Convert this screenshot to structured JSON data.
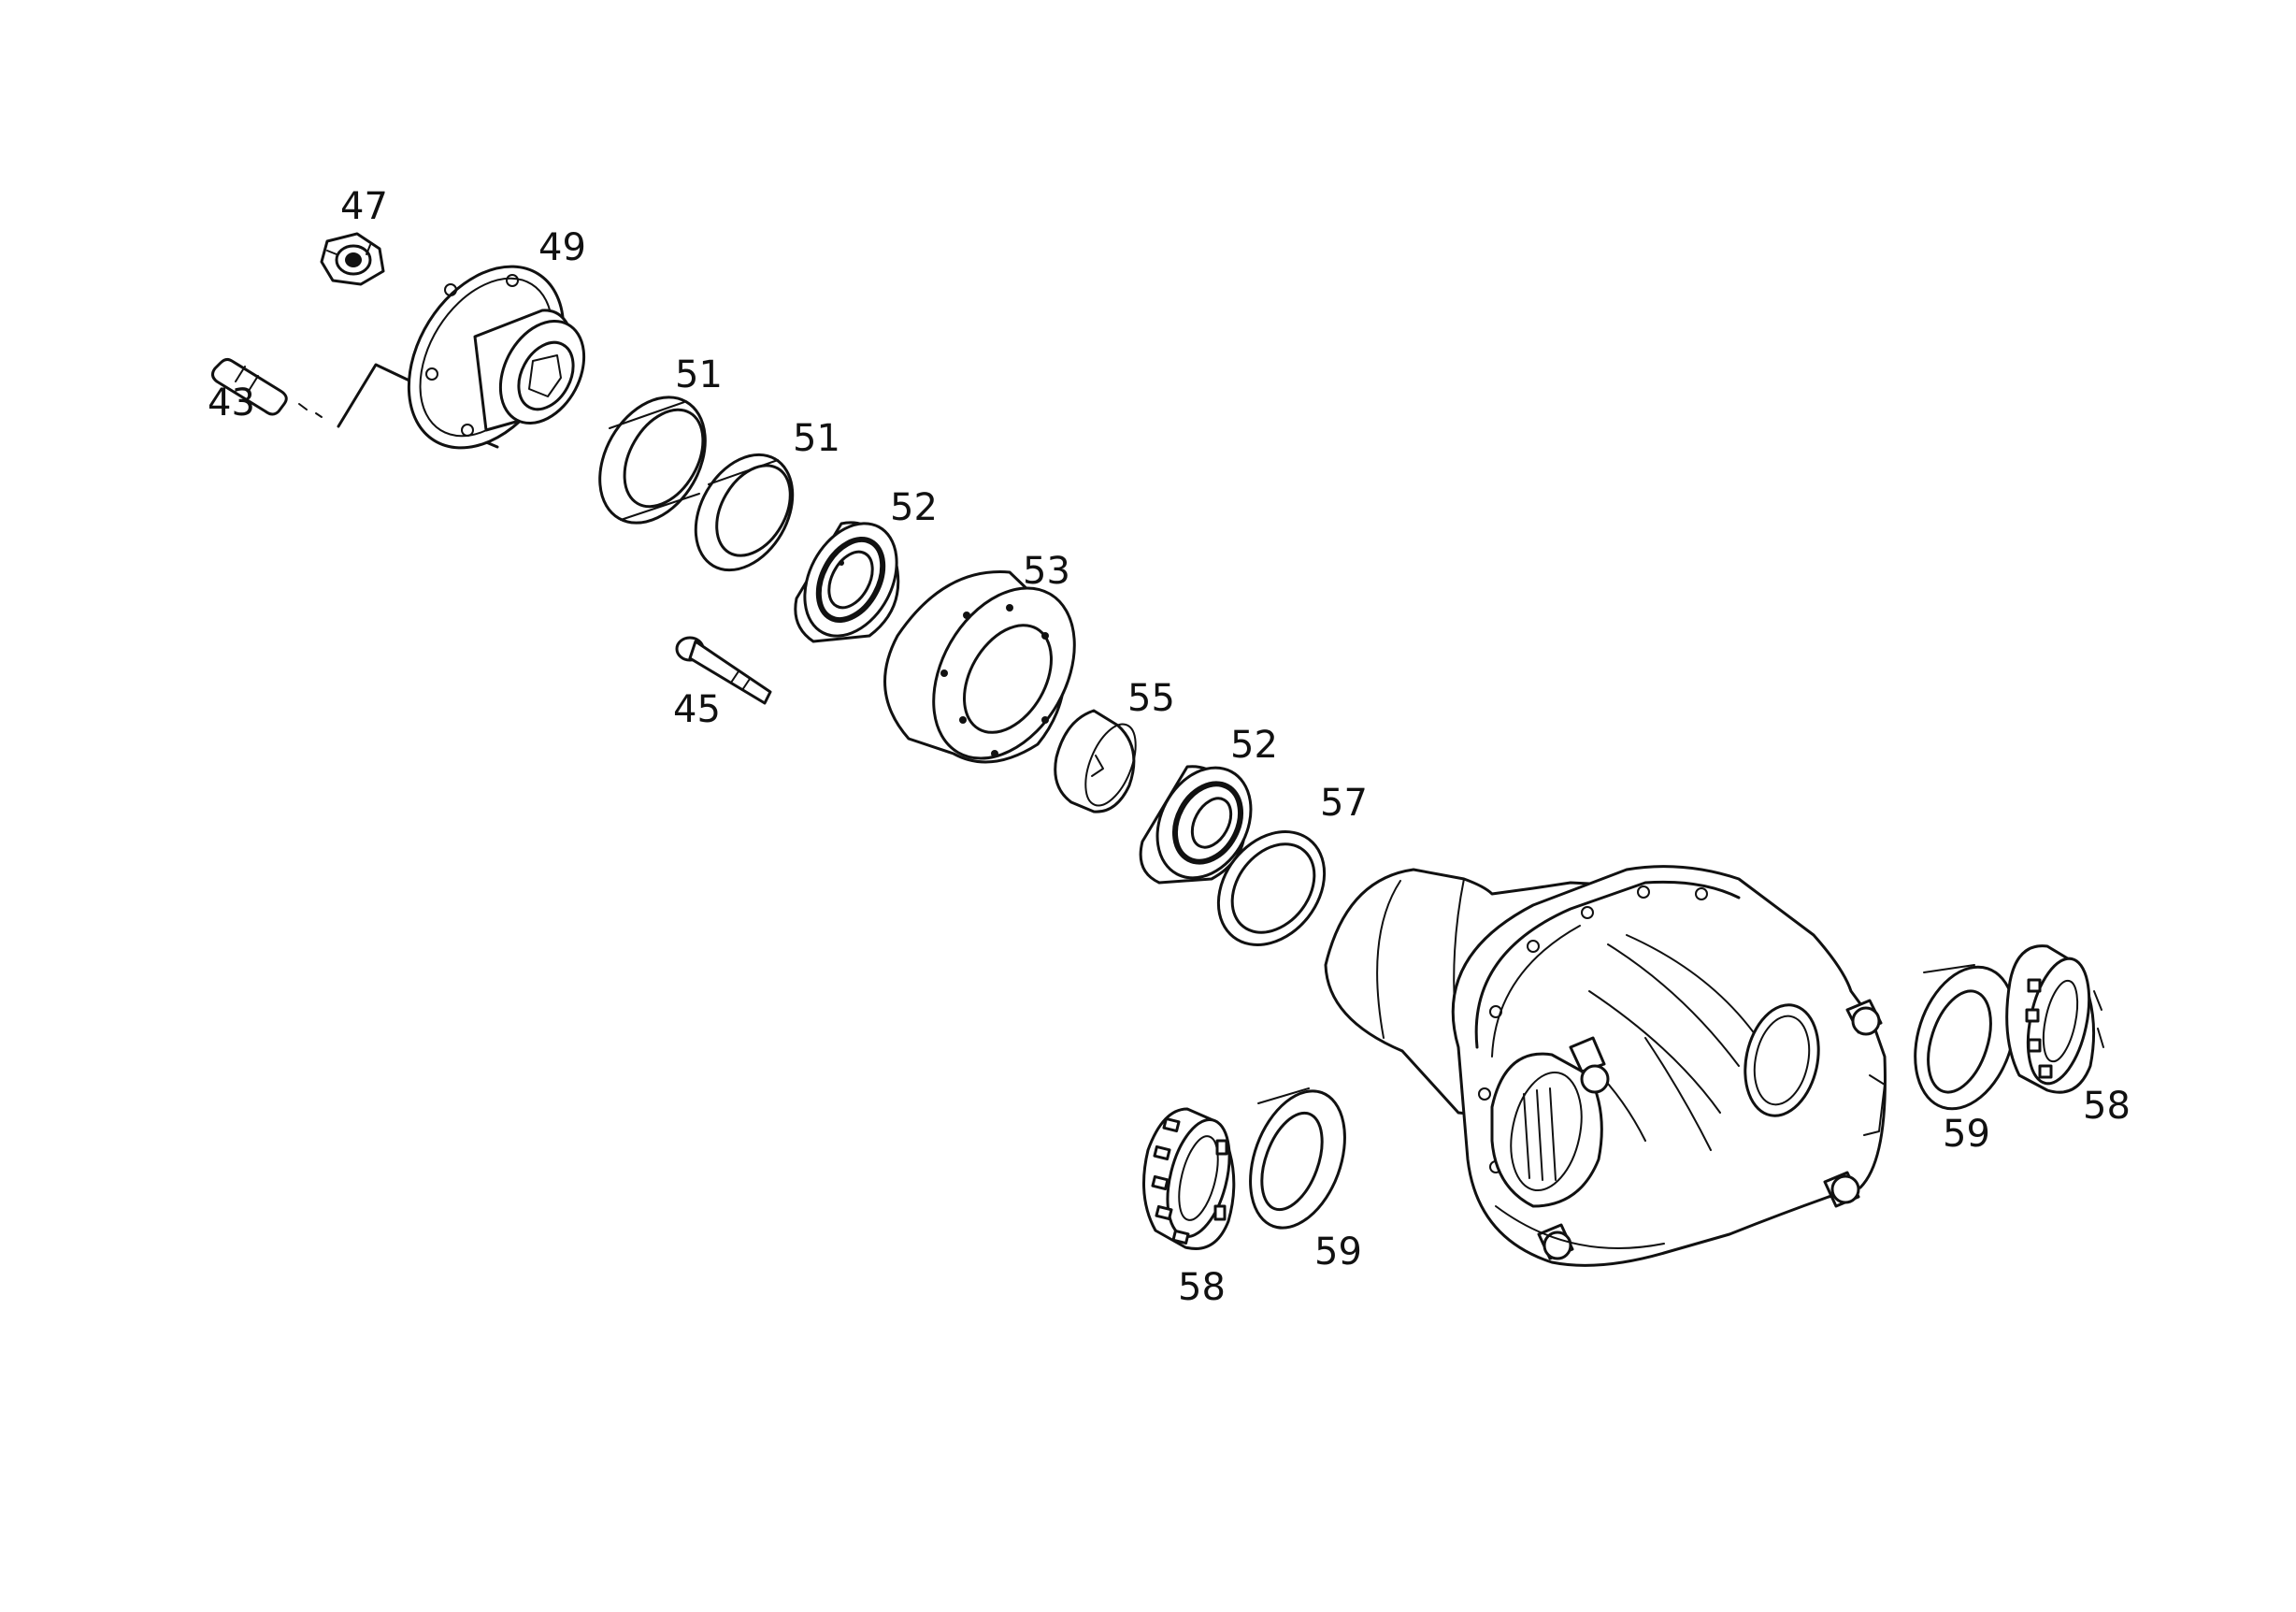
{
  "callouts": {
    "c43": "43",
    "c45": "45",
    "c47": "47",
    "c49": "49",
    "c51a": "51",
    "c51b": "51",
    "c52a": "52",
    "c52b": "52",
    "c53": "53",
    "c55": "55",
    "c57": "57",
    "c58a": "58",
    "c58b": "58",
    "c59a": "59",
    "c59b": "59"
  },
  "colors": {
    "ink": "#111111",
    "paper": "#ffffff"
  }
}
